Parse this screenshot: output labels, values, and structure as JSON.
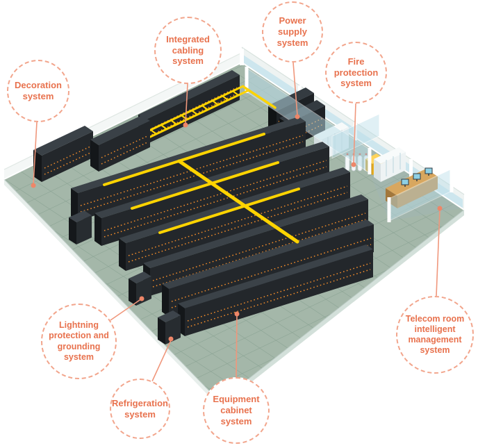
{
  "callouts": [
    {
      "id": "decoration-system",
      "label": "Decoration system"
    },
    {
      "id": "integrated-cabling-system",
      "label": "Integrated cabling system"
    },
    {
      "id": "power-supply-system",
      "label": "Power supply system"
    },
    {
      "id": "fire-protection-system",
      "label": "Fire protection system"
    },
    {
      "id": "lightning-protection-and-grounding-system",
      "label": "Lightning protection and grounding system"
    },
    {
      "id": "refrigeration-system",
      "label": "Refrigeration system"
    },
    {
      "id": "equipment-cabinet-system",
      "label": "Equipment cabinet system"
    },
    {
      "id": "telecom-room-intelligent-management-system",
      "label": "Telecom room intelligent management system"
    }
  ],
  "colors": {
    "accent_text": "#e8724e",
    "callout_border": "#f2a58c",
    "connector": "#f0977c",
    "connector_dot": "#ee8668",
    "cable_tray_yellow": "#ffd400",
    "floor_green": "#a4b7a9",
    "rack_dark": "#23272b",
    "rack_led_orange": "#ef8b2b",
    "glass_wall_blue": "#bcdfe9",
    "background": "#ffffff"
  }
}
